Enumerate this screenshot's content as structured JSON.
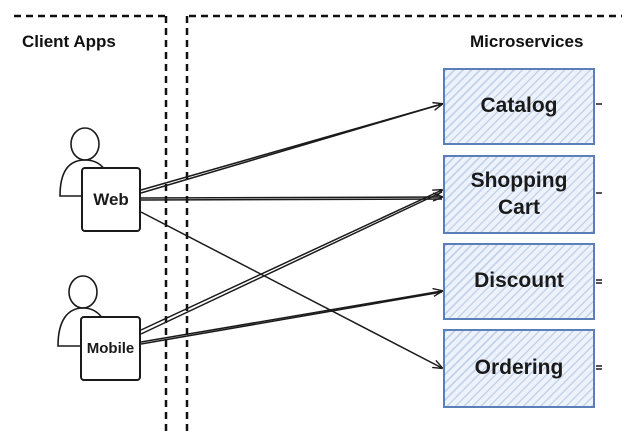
{
  "zones": {
    "client_apps": "Client Apps",
    "microservices": "Microservices"
  },
  "clients": {
    "web": "Web",
    "mobile": "Mobile"
  },
  "services": {
    "catalog": "Catalog",
    "shopping_cart": "Shopping\nCart",
    "discount": "Discount",
    "ordering": "Ordering"
  },
  "colors": {
    "service_border": "#5b7fb8",
    "service_fill": "#eef3fb",
    "line": "#1a1a1a"
  }
}
